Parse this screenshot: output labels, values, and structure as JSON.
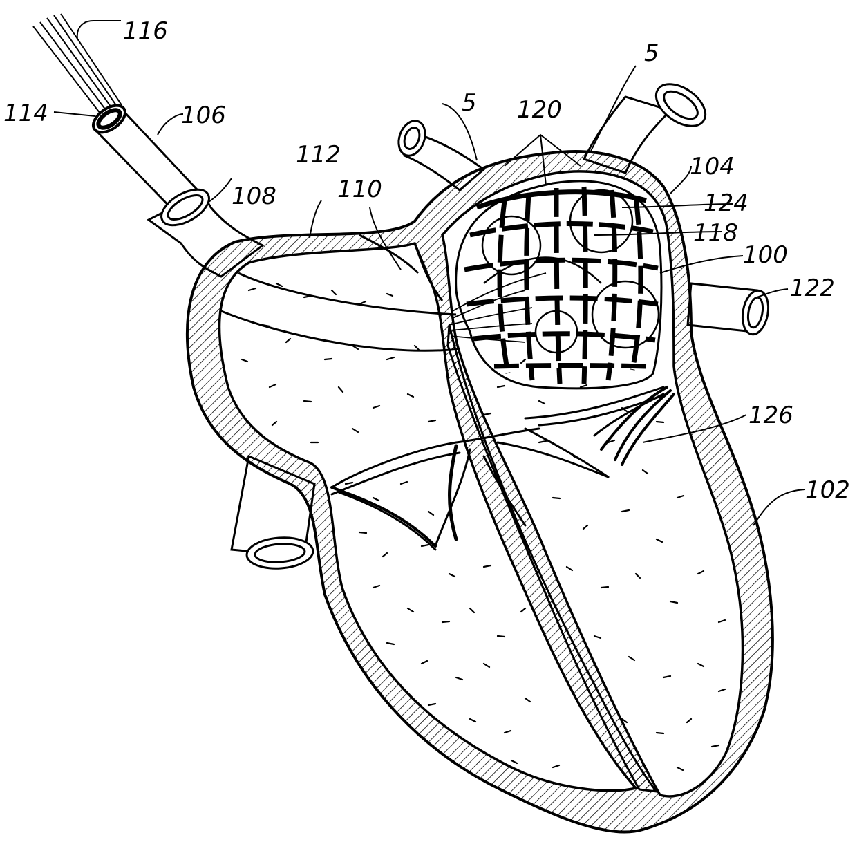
{
  "colors": {
    "ink": "#000000",
    "paper": "#ffffff"
  },
  "labels": {
    "l116": "116",
    "l114": "114",
    "l106": "106",
    "l108": "108",
    "l112": "112",
    "l110": "110",
    "l5a": "5",
    "l5b": "5",
    "l120": "120",
    "l104": "104",
    "l124": "124",
    "l118": "118",
    "l100": "100",
    "l122": "122",
    "l126": "126",
    "l102": "102"
  }
}
